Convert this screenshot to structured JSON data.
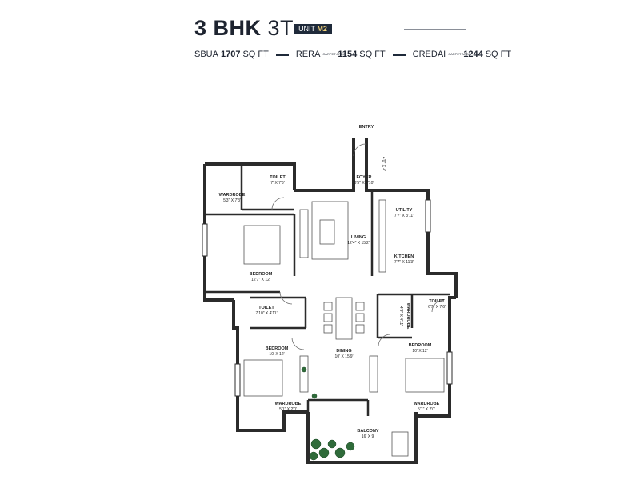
{
  "header": {
    "title": "3 BHK",
    "title_suffix": "3T",
    "unit_prefix": "UNIT",
    "unit_code": "M2",
    "areas": [
      {
        "label": "SBUA",
        "sub": "",
        "value": "1707",
        "unit": "SQ FT"
      },
      {
        "label": "RERA",
        "sub": "CARPET AREA",
        "value": "1154",
        "unit": "SQ FT"
      },
      {
        "label": "CREDAI",
        "sub": "CARPET AREA",
        "value": "1244",
        "unit": "SQ FT"
      }
    ]
  },
  "plan": {
    "entry": "ENTRY",
    "rooms": {
      "toilet1": {
        "name": "TOILET",
        "dim": "7' X 7'3'"
      },
      "wardrobe1": {
        "name": "WARDROBE",
        "dim": "5'3\" X 7'3'"
      },
      "foyer": {
        "name": "FOYER",
        "dim": "3'5\" X 7'10'"
      },
      "foyer_side": {
        "dim": "4'0\" X 4'"
      },
      "utility": {
        "name": "UTILITY",
        "dim": "7'7\" X 3'11'"
      },
      "living": {
        "name": "LIVING",
        "dim": "12'4\" X 15'2'"
      },
      "kitchen": {
        "name": "KITCHEN",
        "dim": "7'7\" X 11'3'"
      },
      "bedroom1": {
        "name": "BEDROOM",
        "dim": "12'7\" X 12'"
      },
      "toilet2": {
        "name": "TOILET",
        "dim": "7'10\" X 4'11'"
      },
      "wardrobe2": {
        "name": "WARDROBE",
        "dim": "4'9\" X 4'11'"
      },
      "toilet3": {
        "name": "TOILET",
        "dim": "6'7\" X 7'6'"
      },
      "bedroom2": {
        "name": "BEDROOM",
        "dim": "10' X 12'"
      },
      "dining": {
        "name": "DINING",
        "dim": "10' X 15'9'"
      },
      "bedroom3": {
        "name": "BEDROOM",
        "dim": "10' X 12'"
      },
      "wardrobe3": {
        "name": "WARDROBE",
        "dim": "5'1\" X 2'0'"
      },
      "wardrobe4": {
        "name": "WARDROBE",
        "dim": "5'1\" X 2'0'"
      },
      "balcony": {
        "name": "BALCONY",
        "dim": "16' X 9'"
      }
    }
  }
}
